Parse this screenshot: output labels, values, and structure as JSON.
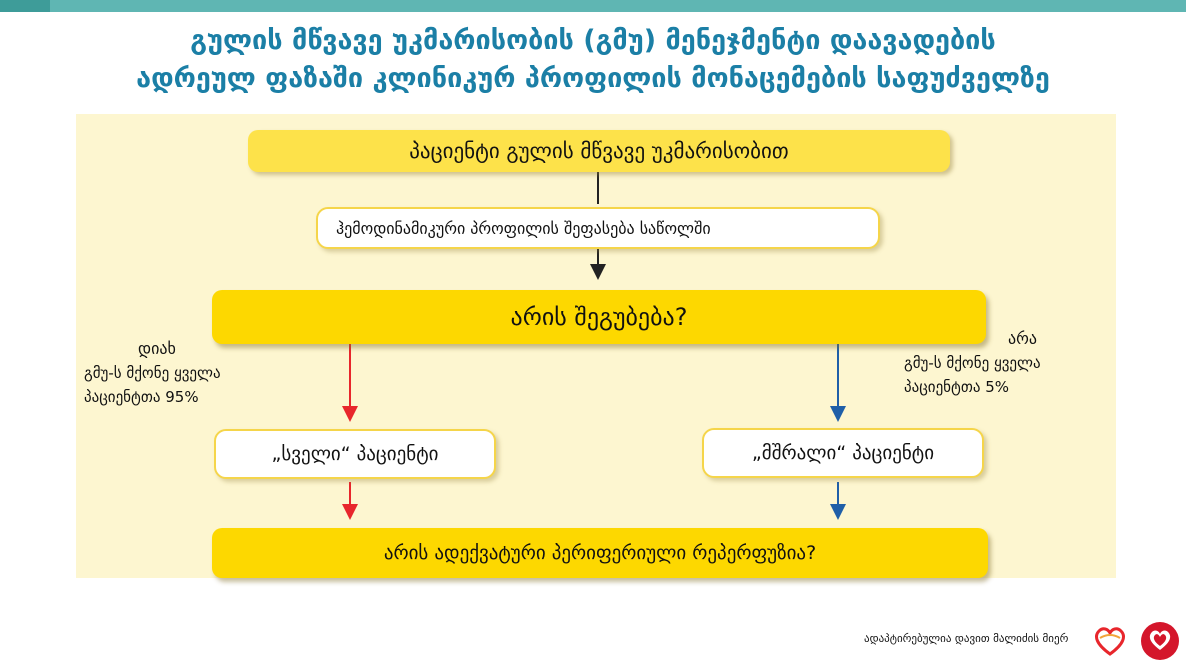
{
  "title": {
    "line1": "გულის მწვავე უკმარისობის (გმუ)  მენეჯმენტი დაავადების",
    "line2": "ადრეულ ფაზაში კლინიკურ პროფილის მონაცემების საფუძველზე"
  },
  "flow": {
    "patient": "პაციენტი გულის მწვავე უკმარისობით",
    "assessment": "ჰემოდინამიკური პროფილის შეფასება  საწოლში",
    "question_congestion": "არის შეგუბება?",
    "left_branch": {
      "answer": "დიახ",
      "detail_line1": "გმუ-ს მქონე  ყველა",
      "detail_line2": "პაციენტთა 95%"
    },
    "right_branch": {
      "answer": "არა",
      "detail_line1": "გმუ-ს მქონე  ყველა",
      "detail_line2": "პაციენტთა 5%"
    },
    "wet_patient": "„სველი“ პაციენტი",
    "dry_patient": "„მშრალი“ პაციენტი",
    "question_perfusion": "არის ადექვატური პერიფერიული რეპერფუზია?"
  },
  "footer": {
    "credit": "ადაპტირებულია დავით მალიძის მიერ"
  },
  "colors": {
    "title": "#1b7fa6",
    "arrow_left": "#e8262c",
    "arrow_right": "#1f5fa8",
    "arrow_center": "#222222",
    "panel": "#fdf6d0"
  },
  "icons": [
    "hfa-logo-icon",
    "esc-logo-icon"
  ]
}
